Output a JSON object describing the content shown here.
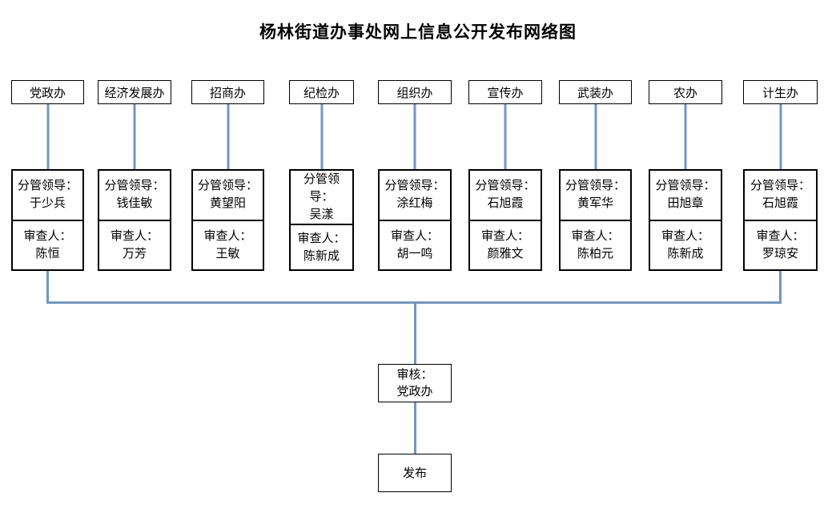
{
  "title": "杨林街道办事处网上信息公开发布网络图",
  "labels": {
    "leader": "分管领导：",
    "reviewer": "审查人："
  },
  "departments": [
    {
      "name": "党政办",
      "leader": "于少兵",
      "reviewer": "陈恒"
    },
    {
      "name": "经济发展办",
      "leader": "钱佳敏",
      "reviewer": "万芳"
    },
    {
      "name": "招商办",
      "leader": "黄望阳",
      "reviewer": "王敏"
    },
    {
      "name": "纪检办",
      "leader": "吴漾",
      "reviewer": "陈新成"
    },
    {
      "name": "组织办",
      "leader": "涂红梅",
      "reviewer": "胡一鸣"
    },
    {
      "name": "宣传办",
      "leader": "石旭霞",
      "reviewer": "颜雅文"
    },
    {
      "name": "武装办",
      "leader": "黄军华",
      "reviewer": "陈柏元"
    },
    {
      "name": "农办",
      "leader": "田旭章",
      "reviewer": "陈新成"
    },
    {
      "name": "计生办",
      "leader": "石旭霞",
      "reviewer": "罗琼安"
    }
  ],
  "review_node": {
    "label": "审核：",
    "value": "党政办"
  },
  "publish_node": {
    "label": "发布"
  },
  "colors": {
    "connector": "#7596BF",
    "box_border": "#000000",
    "background": "#FFFFFF"
  }
}
